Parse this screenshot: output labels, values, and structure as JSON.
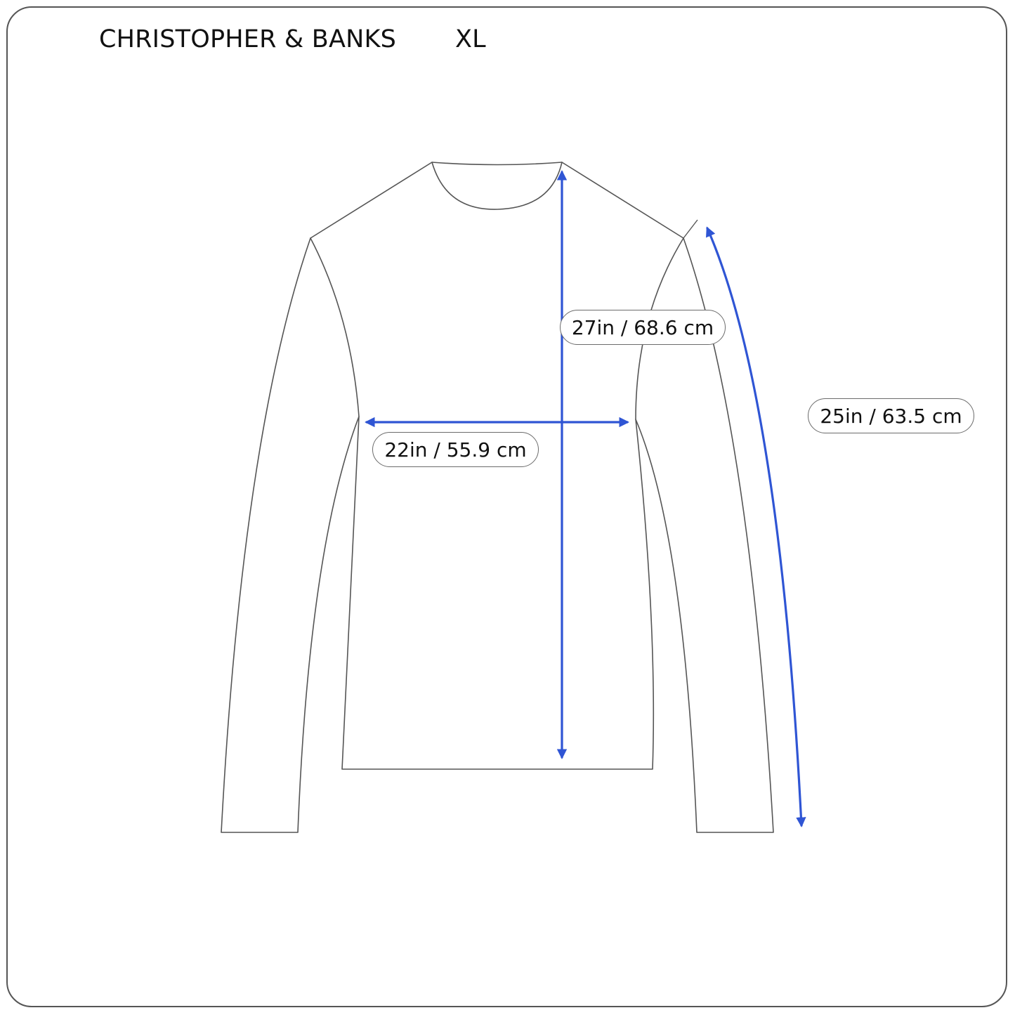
{
  "header": {
    "brand": "CHRISTOPHER & BANKS",
    "size": "XL"
  },
  "measurements": {
    "length": {
      "label": "27in / 68.6 cm",
      "inches": 27,
      "cm": 68.6
    },
    "chest": {
      "label": "22in / 55.9 cm",
      "inches": 22,
      "cm": 55.9
    },
    "sleeve": {
      "label": "25in / 63.5 cm",
      "inches": 25,
      "cm": 63.5
    }
  },
  "colors": {
    "outline": "#555555",
    "arrow": "#2f55d4",
    "text": "#111111"
  }
}
